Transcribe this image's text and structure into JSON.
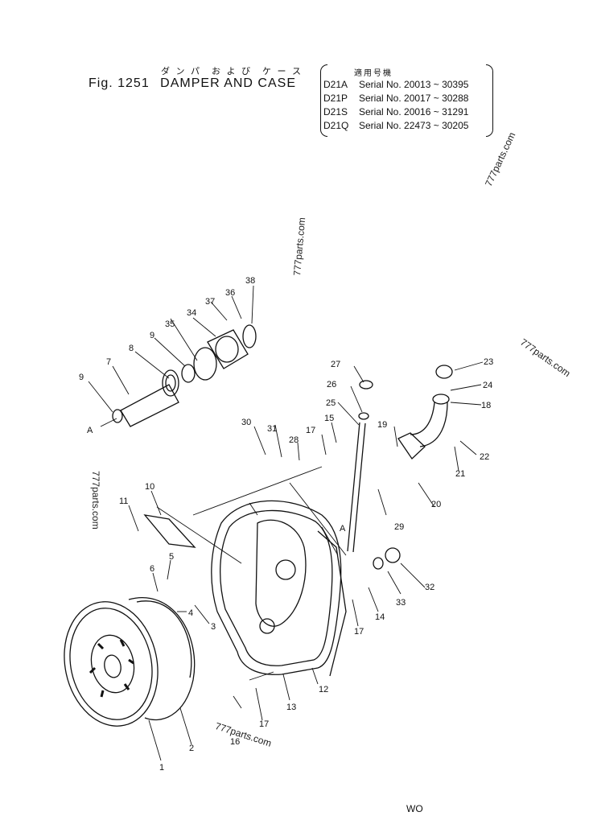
{
  "header": {
    "jp_title": "ダ ン パ　お よ び　ケ ー ス",
    "fig_label": "Fig. 1251",
    "title": "DAMPER AND CASE"
  },
  "serials": {
    "heading": "適用号機",
    "rows": [
      {
        "model": "D21A",
        "text": "Serial No. 20013 ~ 30395"
      },
      {
        "model": "D21P",
        "text": "Serial No. 20017 ~ 30288"
      },
      {
        "model": "D21S",
        "text": "Serial No. 20016 ~ 31291"
      },
      {
        "model": "D21Q",
        "text": "Serial No. 22473 ~ 30205"
      }
    ]
  },
  "watermarks": [
    "777parts.com",
    "777parts.com",
    "777parts.com",
    "777parts.com",
    "777parts.com"
  ],
  "arrow_marker": "A",
  "callouts": [
    "1",
    "2",
    "3",
    "4",
    "5",
    "6",
    "7",
    "8",
    "9",
    "9",
    "10",
    "11",
    "12",
    "13",
    "14",
    "15",
    "16",
    "17",
    "17",
    "17",
    "17",
    "18",
    "19",
    "20",
    "21",
    "22",
    "23",
    "24",
    "25",
    "26",
    "27",
    "28",
    "29",
    "30",
    "31",
    "32",
    "33",
    "34",
    "35",
    "36",
    "37",
    "38"
  ],
  "footer": "WO"
}
